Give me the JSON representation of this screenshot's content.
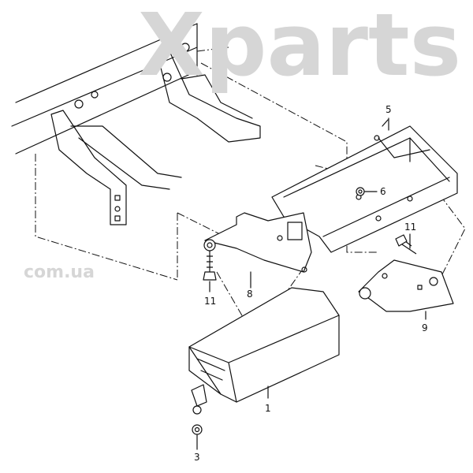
{
  "watermark": {
    "brand": "Xparts",
    "domain": "com.ua"
  },
  "callouts": [
    {
      "id": "part-5",
      "label": "5"
    },
    {
      "id": "part-6",
      "label": "6"
    },
    {
      "id": "part-11a",
      "label": "11"
    },
    {
      "id": "part-11b",
      "label": "11"
    },
    {
      "id": "part-8",
      "label": "8"
    },
    {
      "id": "part-9",
      "label": "9"
    },
    {
      "id": "part-1",
      "label": "1"
    },
    {
      "id": "part-3",
      "label": "3"
    }
  ]
}
